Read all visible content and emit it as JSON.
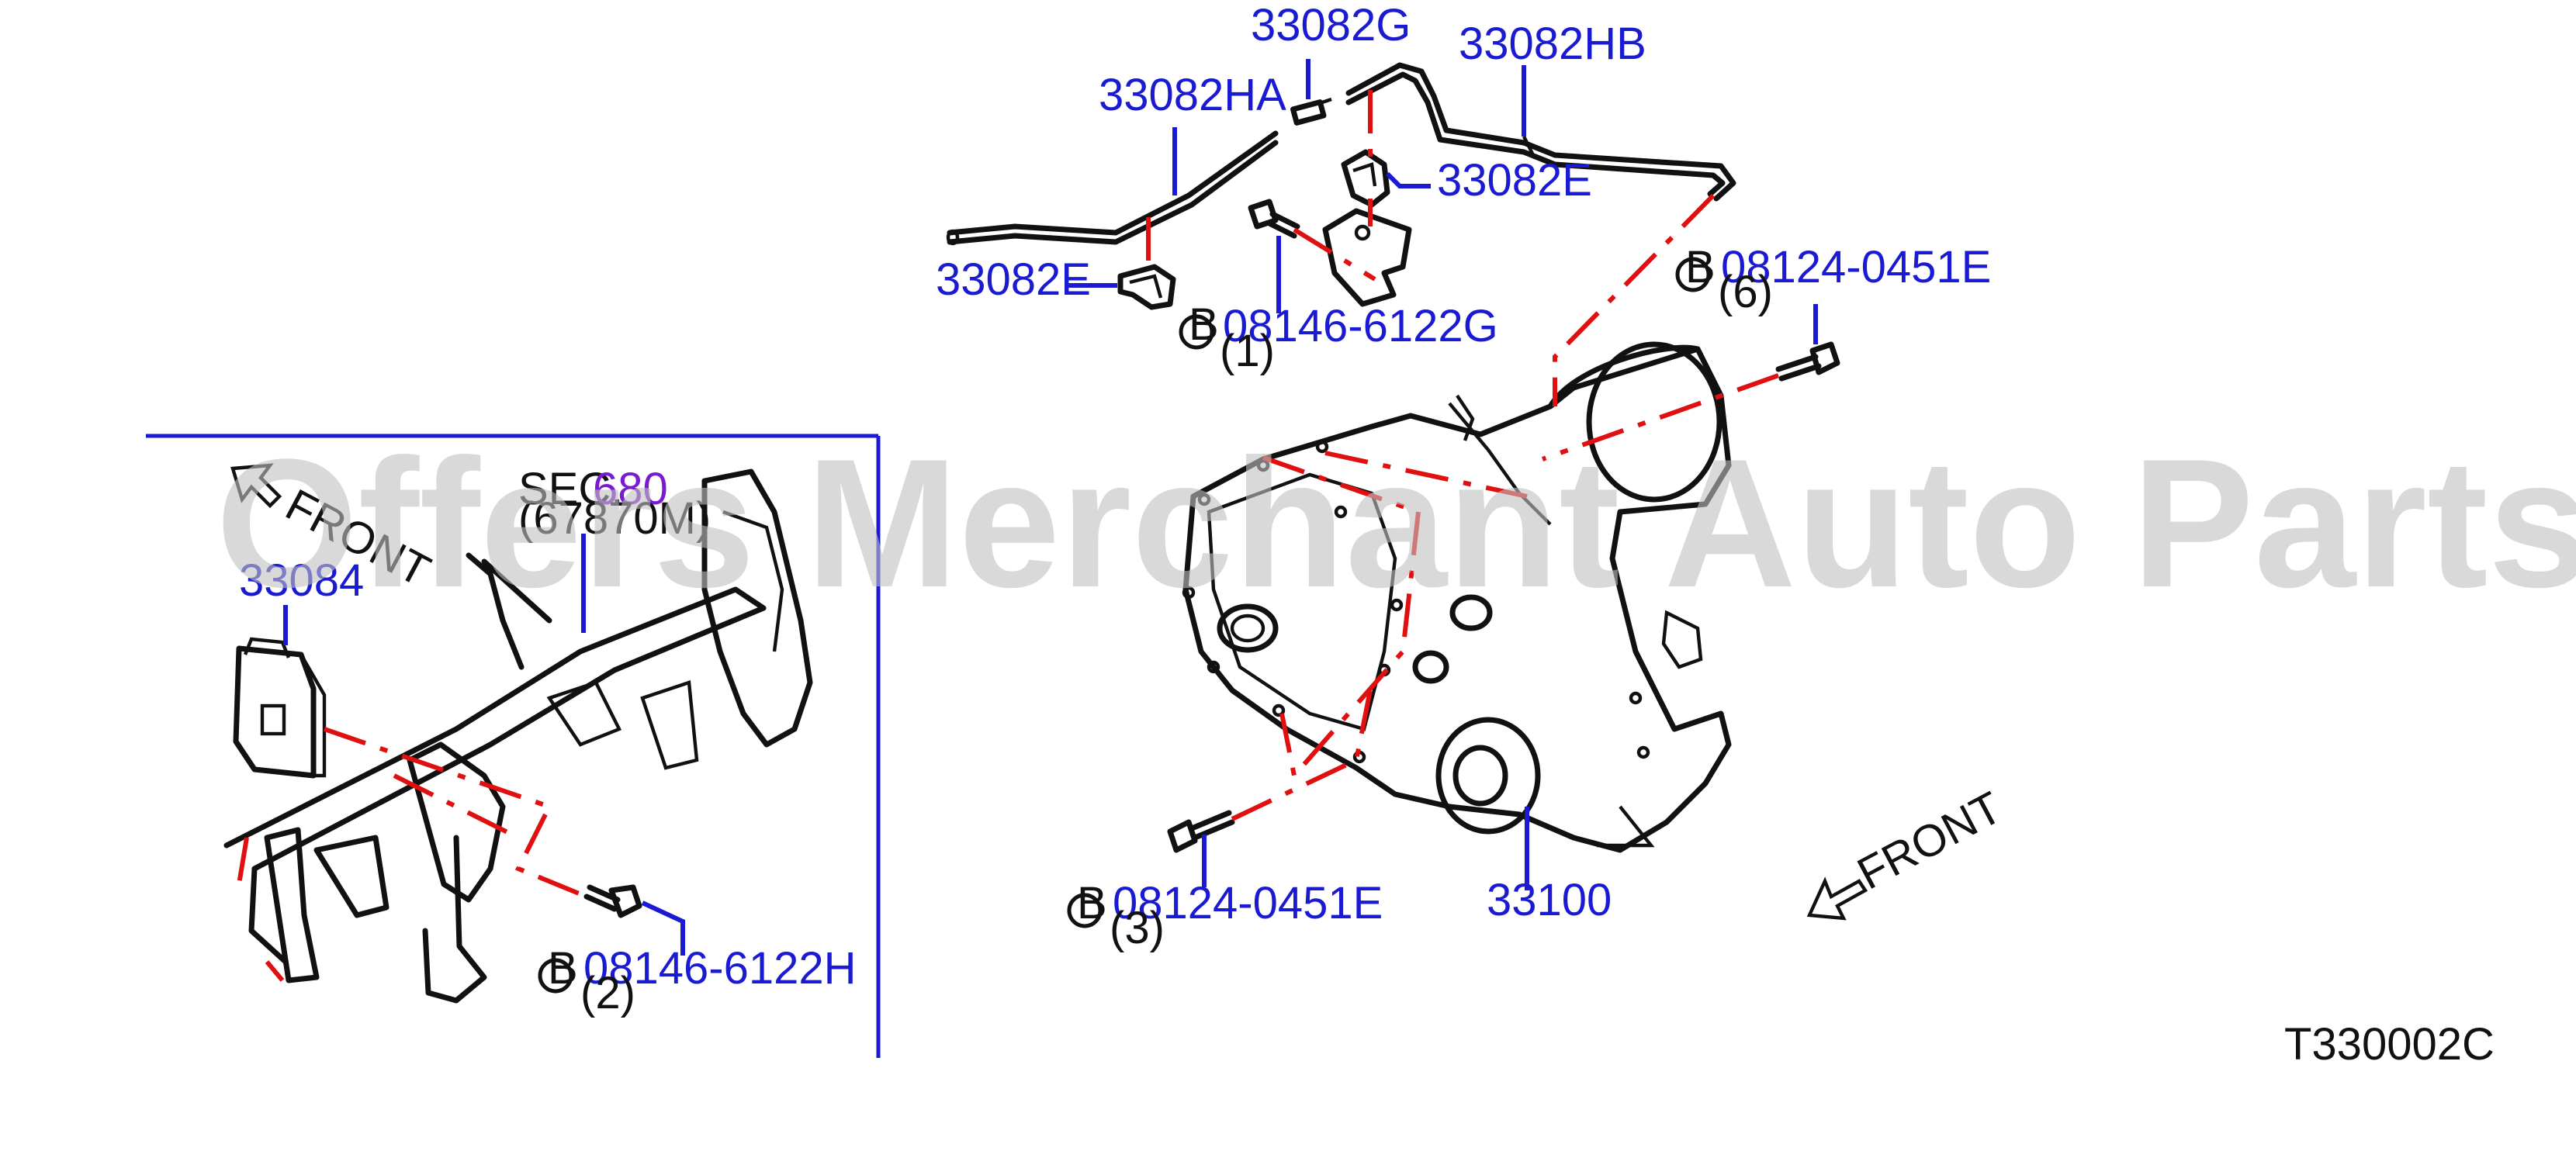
{
  "diagram_code": "T330002C",
  "watermark": "Offers Merchant Auto Parts Catalog PARTSTORE.SA",
  "colors": {
    "callout_blue": "#1a1ad2",
    "reference_purple": "#7a1ad2",
    "dashed_red": "#e01010",
    "linework": "#111111",
    "watermark_gray": "#bfbfbf"
  },
  "callouts": {
    "hose_g": "33082G",
    "hose_hb": "33082HB",
    "hose_ha": "33082HA",
    "clip_e_right": "33082E",
    "clip_e_left": "33082E",
    "bolt_1": {
      "circle": "B",
      "part": "08146-6122G",
      "qty": "(1)"
    },
    "bolt_6": {
      "circle": "B",
      "part": "08124-0451E",
      "qty": "(6)"
    },
    "bolt_3": {
      "circle": "B",
      "part": "08124-0451E",
      "qty": "(3)"
    },
    "bolt_2": {
      "circle": "B",
      "part": "08146-6122H",
      "qty": "(2)"
    },
    "transfer_case": "33100",
    "control_unit": "33084",
    "sec_label": "SEC.",
    "sec_number": "680",
    "sec_ref": "(67870M)"
  },
  "direction": {
    "left": "FRONT",
    "right": "FRONT"
  }
}
